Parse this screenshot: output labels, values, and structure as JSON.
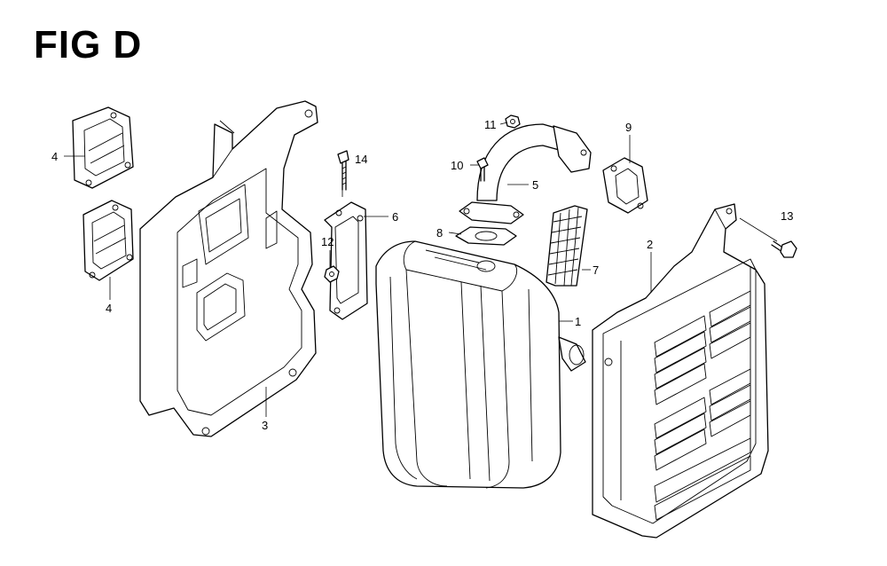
{
  "figure": {
    "title": "FIG D"
  },
  "callouts": [
    {
      "id": "4a",
      "label": "4"
    },
    {
      "id": "4b",
      "label": "4"
    },
    {
      "id": "3",
      "label": "3"
    },
    {
      "id": "14",
      "label": "14"
    },
    {
      "id": "6",
      "label": "6"
    },
    {
      "id": "12",
      "label": "12"
    },
    {
      "id": "11",
      "label": "11"
    },
    {
      "id": "10",
      "label": "10"
    },
    {
      "id": "5",
      "label": "5"
    },
    {
      "id": "8",
      "label": "8"
    },
    {
      "id": "7",
      "label": "7"
    },
    {
      "id": "9",
      "label": "9"
    },
    {
      "id": "1",
      "label": "1"
    },
    {
      "id": "2",
      "label": "2"
    },
    {
      "id": "13",
      "label": "13"
    }
  ]
}
